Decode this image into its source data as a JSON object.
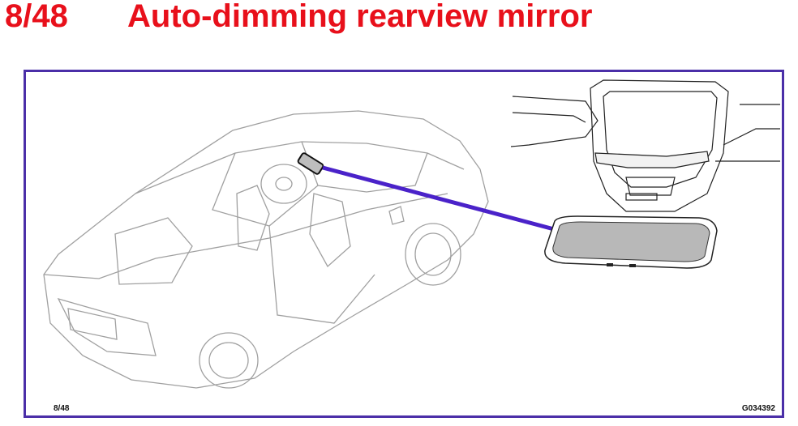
{
  "header": {
    "page_number": "8/48",
    "title": "Auto-dimming rearview mirror"
  },
  "figure": {
    "page_label": "8/48",
    "figure_code": "G034392"
  },
  "colors": {
    "title_red": "#e8101b",
    "frame_purple": "#4b2fa8",
    "pointer_blue": "#4a22c9",
    "mirror_gray": "#b8b8b8",
    "line_gray": "#9a9a9a"
  }
}
